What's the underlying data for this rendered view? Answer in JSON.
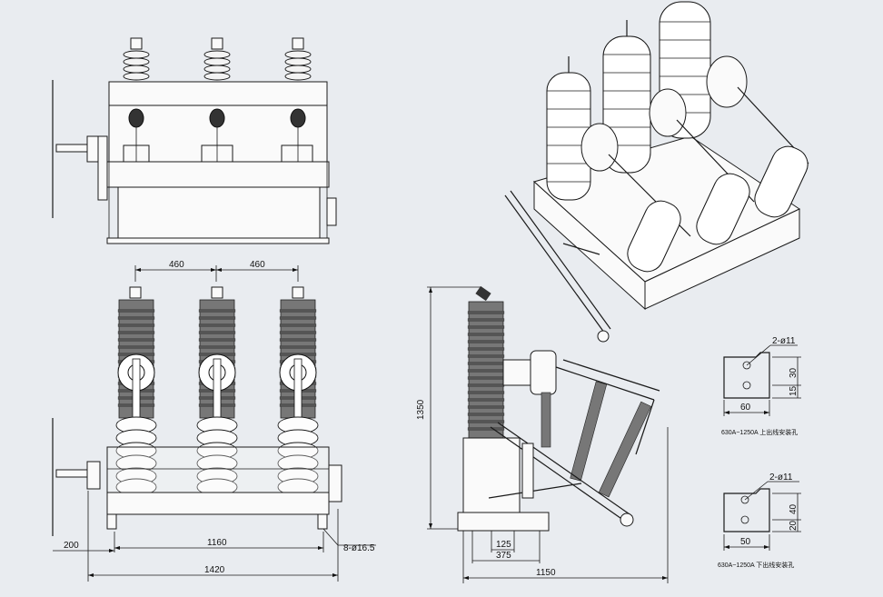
{
  "dimensions": {
    "front_spacing_left": "460",
    "front_spacing_right": "460",
    "base_width": "1160",
    "overall_width": "1420",
    "left_offset": "200",
    "mount_holes": "8-ø16.5",
    "height": "1350",
    "side_depth": "1150",
    "side_125": "125",
    "side_375": "375"
  },
  "detail_top": {
    "holes": "2-ø11",
    "width": "60",
    "v1": "30",
    "v2": "15",
    "caption": "630A~1250A 上出线安装孔"
  },
  "detail_bottom": {
    "holes": "2-ø11",
    "width": "50",
    "v1": "40",
    "v2": "20",
    "caption": "630A~1250A 下出线安装孔"
  }
}
